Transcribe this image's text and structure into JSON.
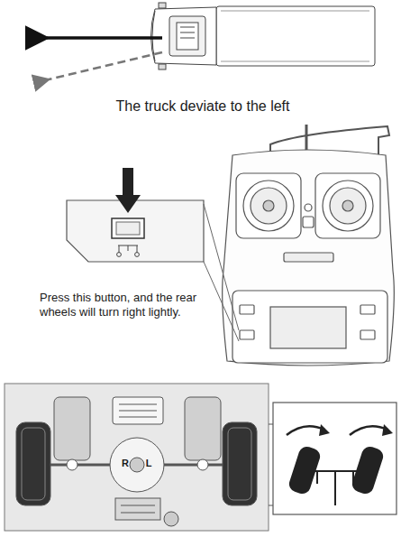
{
  "diagram": {
    "labels": [
      "The truck deviate to the left",
      "Press this button, and the rear wheels will turn right lightly.",
      "R",
      "L"
    ]
  }
}
